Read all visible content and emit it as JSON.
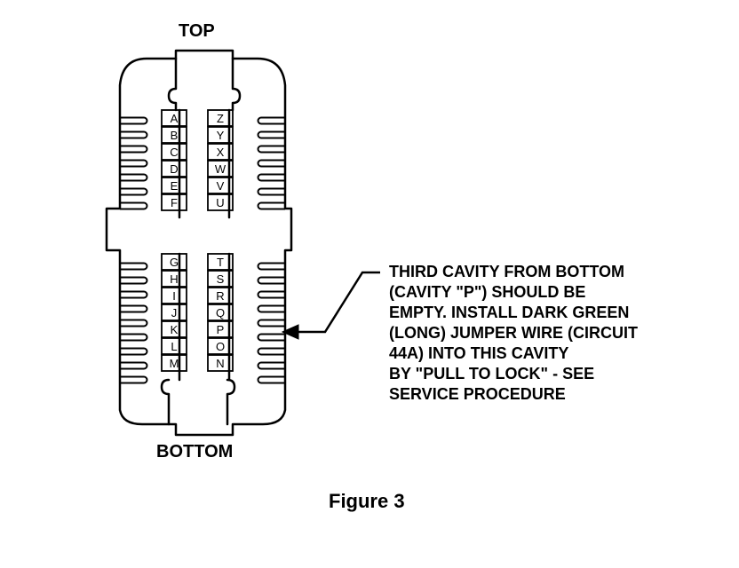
{
  "labels": {
    "top": "TOP",
    "bottom": "BOTTOM",
    "figure": "Figure 3"
  },
  "note_lines": [
    "THIRD CAVITY FROM BOTTOM",
    "(CAVITY \"P\") SHOULD BE",
    "EMPTY.  INSTALL DARK GREEN",
    "(LONG) JUMPER WIRE (CIRCUIT",
    "44A) INTO THIS CAVITY",
    "BY \"PULL TO LOCK\" - SEE",
    "SERVICE PROCEDURE"
  ],
  "cavities": {
    "upper_left": [
      "A",
      "B",
      "C",
      "D",
      "E",
      "F"
    ],
    "upper_right": [
      "Z",
      "Y",
      "X",
      "W",
      "V",
      "U"
    ],
    "lower_left": [
      "G",
      "H",
      "I",
      "J",
      "K",
      "L",
      "M"
    ],
    "lower_right": [
      "T",
      "S",
      "R",
      "Q",
      "P",
      "O",
      "N"
    ]
  },
  "highlighted_cavity": "P"
}
